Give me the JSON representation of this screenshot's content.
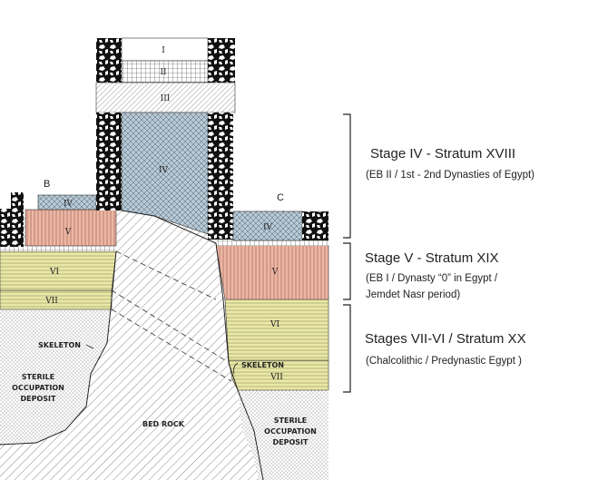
{
  "diagram": {
    "colors": {
      "blue": "#b7c9d6",
      "pink": "#efb6a4",
      "yellow": "#e9e8a6",
      "rock": "#ffffff",
      "ink": "#222222"
    },
    "section_letters": {
      "b": "B",
      "c": "C"
    },
    "layers": {
      "i": "I",
      "ii": "II",
      "iii": "III",
      "iv_center": "IV",
      "iv_left": "IV",
      "v_left": "V",
      "vi_left": "VI",
      "vii_left": "VII",
      "iv_right": "IV",
      "v_right": "V",
      "vi_right": "VI",
      "vii_right": "VII"
    },
    "annotations": {
      "skeleton_left": "SKELETON",
      "skeleton_right": "SKELETON",
      "sterile_left": [
        "STERILE",
        "OCCUPATION",
        "DEPOSIT"
      ],
      "sterile_right": [
        "STERILE",
        "OCCUPATION",
        "DEPOSIT"
      ],
      "bed_rock": "BED ROCK"
    },
    "stages": [
      {
        "title": "Stage IV - Stratum XVIII",
        "sub": [
          "(EB II / 1st - 2nd Dynasties of Egypt)"
        ]
      },
      {
        "title": "Stage V - Stratum XIX",
        "sub": [
          "(EB I / Dynasty “0” in Egypt /",
          "Jemdet Nasr period)"
        ]
      },
      {
        "title": "Stages VII-VI / Stratum XX",
        "sub": [
          "(Chalcolithic / Predynastic Egypt )"
        ]
      }
    ]
  }
}
